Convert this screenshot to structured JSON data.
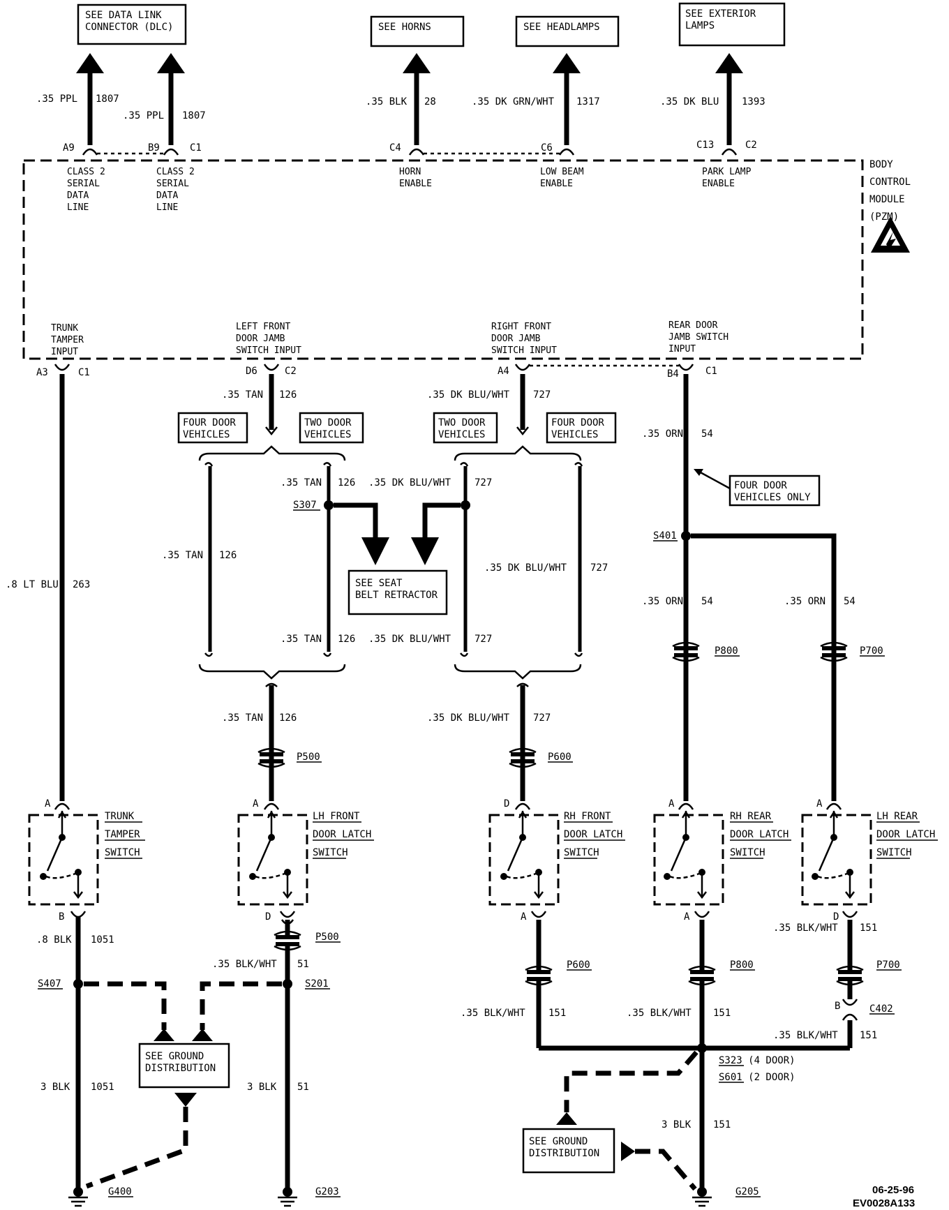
{
  "refs": {
    "dlc": [
      "SEE DATA LINK",
      "CONNECTOR (DLC)"
    ],
    "horns": "SEE HORNS",
    "headlamps": "SEE HEADLAMPS",
    "exterior": [
      "SEE EXTERIOR",
      "LAMPS"
    ],
    "seat_belt": [
      "SEE SEAT",
      "BELT RETRACTOR"
    ],
    "ground1": [
      "SEE GROUND",
      "DISTRIBUTION"
    ],
    "ground2": [
      "SEE GROUND",
      "DISTRIBUTION"
    ]
  },
  "top_wires": {
    "a9": {
      "size": ".35 PPL",
      "circuit": "1807"
    },
    "b9": {
      "size": ".35 PPL",
      "circuit": "1807"
    },
    "horn": {
      "size": ".35 BLK",
      "circuit": "28"
    },
    "lowbeam": {
      "size": ".35 DK GRN/WHT",
      "circuit": "1317"
    },
    "park": {
      "size": ".35 DK BLU",
      "circuit": "1393"
    }
  },
  "top_pins": {
    "a9": "A9",
    "b9": "B9",
    "c1": "C1",
    "c4": "C4",
    "c6": "C6",
    "c13": "C13",
    "c2": "C2"
  },
  "module": {
    "name": [
      "BODY",
      "CONTROL",
      "MODULE",
      "(PZM)"
    ],
    "top_functions": {
      "class2a": [
        "CLASS 2",
        "SERIAL",
        "DATA",
        "LINE"
      ],
      "class2b": [
        "CLASS 2",
        "SERIAL",
        "DATA",
        "LINE"
      ],
      "horn": [
        "HORN",
        "ENABLE"
      ],
      "lowbeam": [
        "LOW BEAM",
        "ENABLE"
      ],
      "park": [
        "PARK LAMP",
        "ENABLE"
      ]
    },
    "bottom_functions": {
      "trunk": [
        "TRUNK",
        "TAMPER",
        "INPUT"
      ],
      "lf": [
        "LEFT FRONT",
        "DOOR JAMB",
        "SWITCH INPUT"
      ],
      "rf": [
        "RIGHT FRONT",
        "DOOR JAMB",
        "SWITCH INPUT"
      ],
      "rear": [
        "REAR DOOR",
        "JAMB SWITCH",
        "INPUT"
      ]
    }
  },
  "bottom_pins": {
    "a3": "A3",
    "c1a": "C1",
    "d6": "D6",
    "c2": "C2",
    "a4": "A4",
    "b4": "B4",
    "c1b": "C1"
  },
  "variants": {
    "lf_four": [
      "FOUR DOOR",
      "VEHICLES"
    ],
    "lf_two": [
      "TWO DOOR",
      "VEHICLES"
    ],
    "rf_two": [
      "TWO DOOR",
      "VEHICLES"
    ],
    "rf_four": [
      "FOUR DOOR",
      "VEHICLES"
    ],
    "four_only": [
      "FOUR DOOR",
      "VEHICLES ONLY"
    ]
  },
  "wires": {
    "trunk": {
      "size": ".8 LT BLU",
      "circuit": "263"
    },
    "lf_top": {
      "size": ".35 TAN",
      "circuit": "126"
    },
    "lf_four": {
      "size": ".35 TAN",
      "circuit": "126"
    },
    "lf_two_top": {
      "size": ".35 TAN",
      "circuit": "126"
    },
    "lf_two_bot": {
      "size": ".35 TAN",
      "circuit": "126"
    },
    "lf_bot": {
      "size": ".35 TAN",
      "circuit": "126"
    },
    "rf_top": {
      "size": ".35 DK BLU/WHT",
      "circuit": "727"
    },
    "rf_two_top": {
      "size": ".35 DK BLU/WHT",
      "circuit": "727"
    },
    "rf_four": {
      "size": ".35 DK BLU/WHT",
      "circuit": "727"
    },
    "rf_two_bot": {
      "size": ".35 DK BLU/WHT",
      "circuit": "727"
    },
    "rf_bot": {
      "size": ".35 DK BLU/WHT",
      "circuit": "727"
    },
    "rear_top": {
      "size": ".35 ORN",
      "circuit": "54"
    },
    "rr_mid": {
      "size": ".35 ORN",
      "circuit": "54"
    },
    "lr_mid": {
      "size": ".35 ORN",
      "circuit": "54"
    },
    "trunk_gnd": {
      "size": ".8 BLK",
      "circuit": "1051"
    },
    "trunk_gnd2": {
      "size": "3 BLK",
      "circuit": "1051"
    },
    "lf_gnd": {
      "size": ".35 BLK/WHT",
      "circuit": "51"
    },
    "lf_gnd2": {
      "size": "3 BLK",
      "circuit": "51"
    },
    "rf_gnd": {
      "size": ".35 BLK/WHT",
      "circuit": "151"
    },
    "rr_gnd": {
      "size": ".35 BLK/WHT",
      "circuit": "151"
    },
    "lr_gnd_top": {
      "size": ".35 BLK/WHT",
      "circuit": "151"
    },
    "lr_gnd_bot": {
      "size": ".35 BLK/WHT",
      "circuit": "151"
    },
    "main_gnd": {
      "size": "3 BLK",
      "circuit": "151"
    }
  },
  "splices": {
    "s307": "S307",
    "s401": "S401",
    "s407": "S407",
    "s201": "S201",
    "s323": "S323 (4 DOOR)",
    "s601": "S601 (2 DOOR)"
  },
  "connectors": {
    "p500a": "P500",
    "p600a": "P600",
    "p800a": "P800",
    "p700a": "P700",
    "p500b": "P500",
    "p600b": "P600",
    "p800b": "P800",
    "p700b": "P700",
    "c402": "C402"
  },
  "switch_pins": {
    "trunk_top": "A",
    "trunk_bot": "B",
    "lf_top": "A",
    "lf_bot": "D",
    "rf_top": "D",
    "rf_bot": "A",
    "rr_top": "A",
    "rr_bot": "A",
    "lr_top": "A",
    "lr_bot": "D",
    "c402": "B"
  },
  "switches": {
    "trunk": [
      "TRUNK",
      "TAMPER",
      "SWITCH"
    ],
    "lf": [
      "LH FRONT",
      "DOOR LATCH",
      "SWITCH"
    ],
    "rf": [
      "RH FRONT",
      "DOOR LATCH",
      "SWITCH"
    ],
    "rr": [
      "RH REAR",
      "DOOR LATCH",
      "SWITCH"
    ],
    "lr": [
      "LH REAR",
      "DOOR LATCH",
      "SWITCH"
    ]
  },
  "grounds": {
    "g400": "G400",
    "g203": "G203",
    "g205": "G205"
  },
  "stamp": [
    "06-25-96",
    "EV0028A133"
  ]
}
